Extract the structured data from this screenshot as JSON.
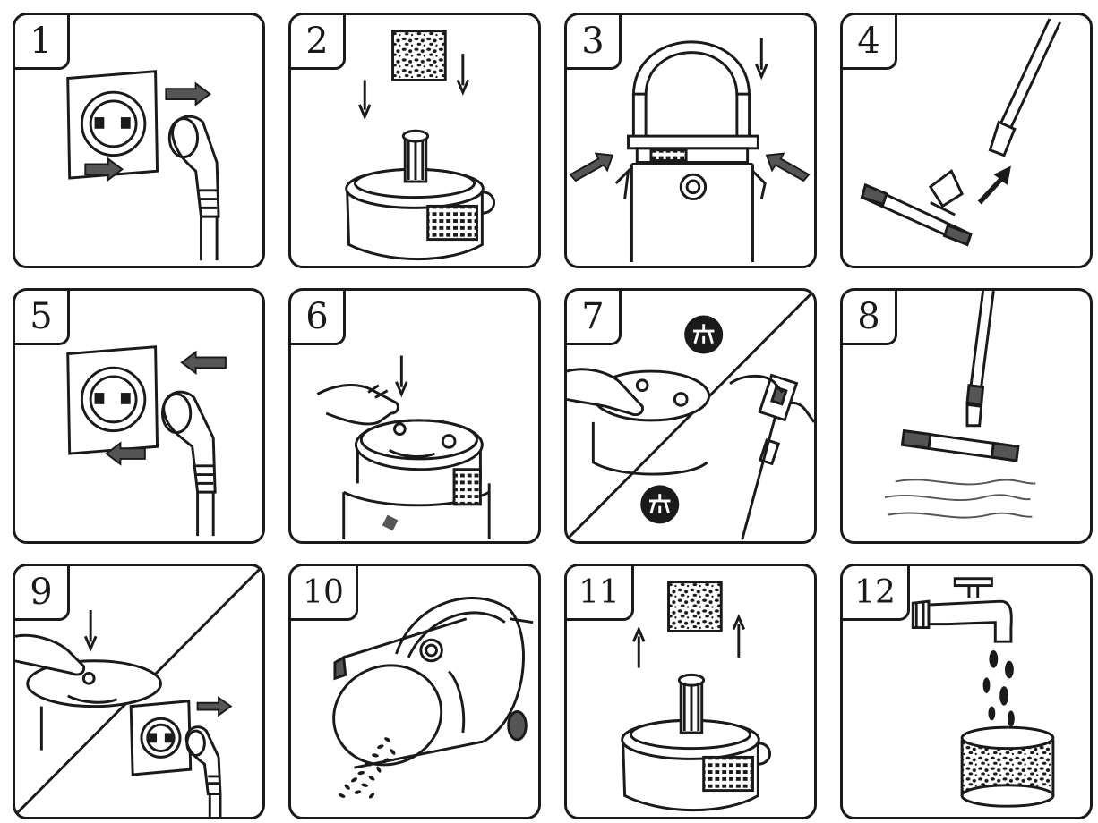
{
  "steps": [
    {
      "number": "1",
      "icon": "unplug-power-icon"
    },
    {
      "number": "2",
      "icon": "insert-filter-icon"
    },
    {
      "number": "3",
      "icon": "attach-lid-icon"
    },
    {
      "number": "4",
      "icon": "attach-floor-nozzle-icon"
    },
    {
      "number": "5",
      "icon": "plug-in-power-icon"
    },
    {
      "number": "6",
      "icon": "press-power-button-icon"
    },
    {
      "number": "7",
      "icon": "switch-mode-icon"
    },
    {
      "number": "8",
      "icon": "vacuum-floor-icon"
    },
    {
      "number": "9",
      "icon": "power-off-unplug-icon"
    },
    {
      "number": "10",
      "icon": "empty-dust-container-icon"
    },
    {
      "number": "11",
      "icon": "remove-filter-icon"
    },
    {
      "number": "12",
      "icon": "rinse-filter-icon"
    }
  ]
}
